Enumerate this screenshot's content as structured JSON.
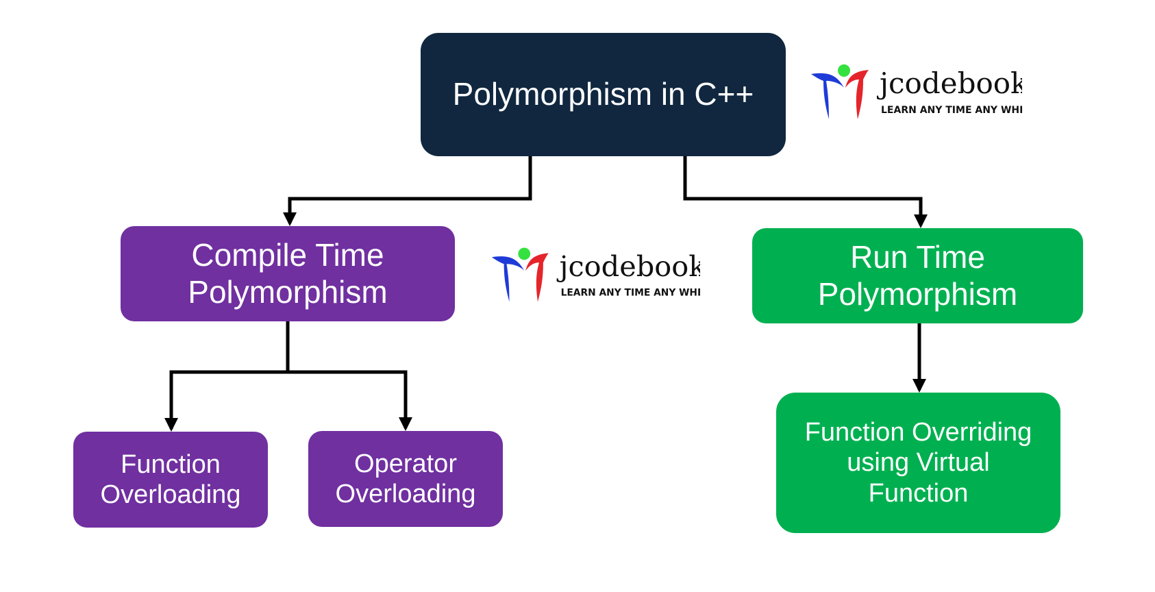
{
  "diagram": {
    "root": {
      "label": "Polymorphism in C++",
      "color": "#10273f"
    },
    "compile_time": {
      "line1": "Compile Time",
      "line2": "Polymorphism",
      "color": "#7030a0"
    },
    "run_time": {
      "line1": "Run Time",
      "line2": "Polymorphism",
      "color": "#00b050"
    },
    "function_overloading": {
      "line1": "Function",
      "line2": "Overloading",
      "color": "#7030a0"
    },
    "operator_overloading": {
      "line1": "Operator",
      "line2": "Overloading",
      "color": "#7030a0"
    },
    "function_overriding": {
      "line1": "Function Overriding",
      "line2": "using Virtual",
      "line3": "Function",
      "color": "#00b050"
    }
  },
  "logo": {
    "name": "jcodebook",
    "tagline": "LEARN ANY TIME ANY WHERE",
    "icon": "person-figure-logo-icon",
    "colors": {
      "blue": "#1e3bd8",
      "red": "#e4252b",
      "green": "#35e13f",
      "text": "#111111"
    }
  }
}
